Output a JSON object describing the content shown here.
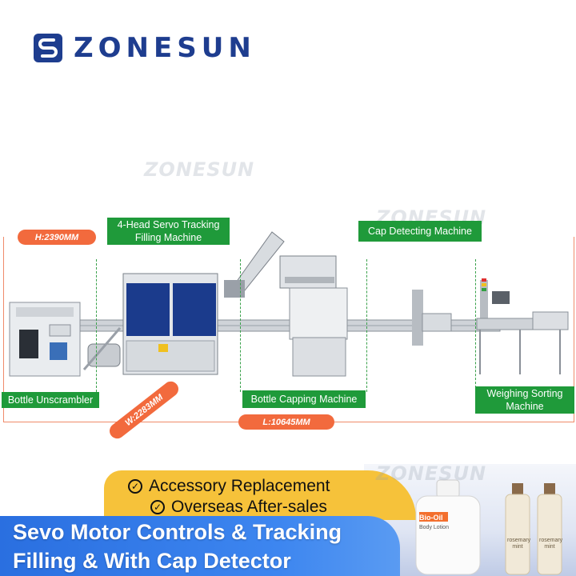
{
  "brand": {
    "name": "ZONESUN",
    "logo_color": "#1e3d8f"
  },
  "watermark": "ZONESUN",
  "dimensions": {
    "height": "H:2390MM",
    "width": "W:2283MM",
    "length": "L:10645MM"
  },
  "machines": {
    "filling": "4-Head Servo Tracking Filling Machine",
    "cap_detecting": "Cap Detecting Machine",
    "unscrambler": "Bottle Unscrambler",
    "capping": "Bottle Capping Machine",
    "weighing": "Weighing Sorting Machine"
  },
  "features": [
    "Accessory Replacement",
    "Overseas After-sales"
  ],
  "headline": [
    "Sevo Motor Controls & Tracking",
    "Filling & With Cap Detector"
  ],
  "products": {
    "bottle1_brand": "Bio-Oil",
    "bottle1_sub": "Body Lotion",
    "bottle2_brand": "rosemary mint",
    "bottle3_brand": "rosemary mint"
  },
  "colors": {
    "label_green": "#1f9a3a",
    "dimension_orange": "#f26a3d",
    "banner_blue": "#2a6fe0",
    "badge_yellow": "#f6c23a"
  }
}
